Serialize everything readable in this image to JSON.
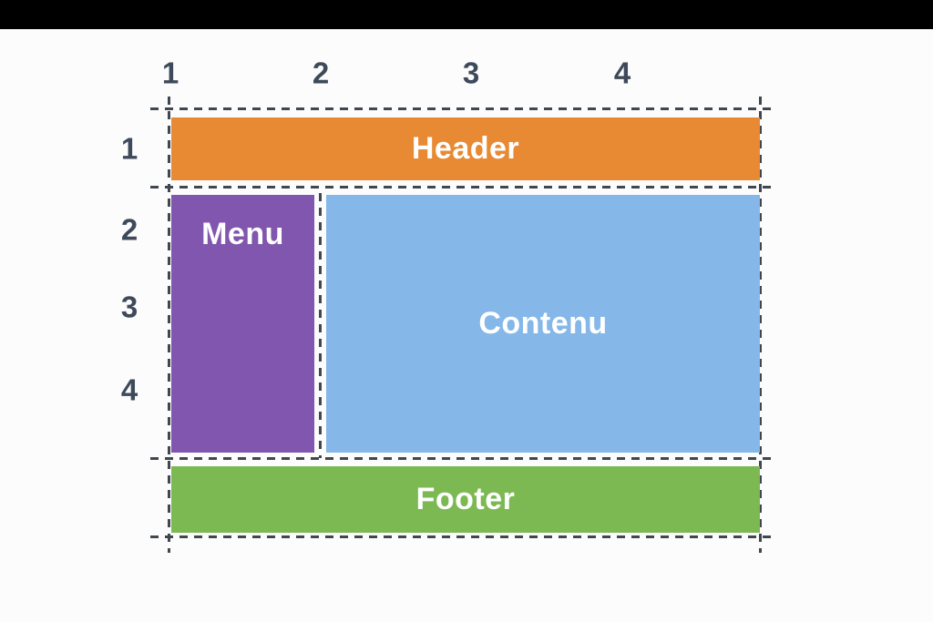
{
  "diagram": {
    "letterbox_color": "#000000",
    "background_color": "#fcfcfd",
    "grid_line_color": "#41474f",
    "number_color": "#3e4a5a",
    "label_text_color": "#ffffff",
    "column_line_labels": [
      "1",
      "2",
      "3",
      "4"
    ],
    "row_line_labels": [
      "1",
      "2",
      "3",
      "4"
    ],
    "areas": {
      "header": {
        "label": "Header",
        "color": "#e88a33"
      },
      "menu": {
        "label": "Menu",
        "color": "#8156ae"
      },
      "content": {
        "label": "Contenu",
        "color": "#85b8e8"
      },
      "footer": {
        "label": "Footer",
        "color": "#7cb953"
      }
    }
  }
}
